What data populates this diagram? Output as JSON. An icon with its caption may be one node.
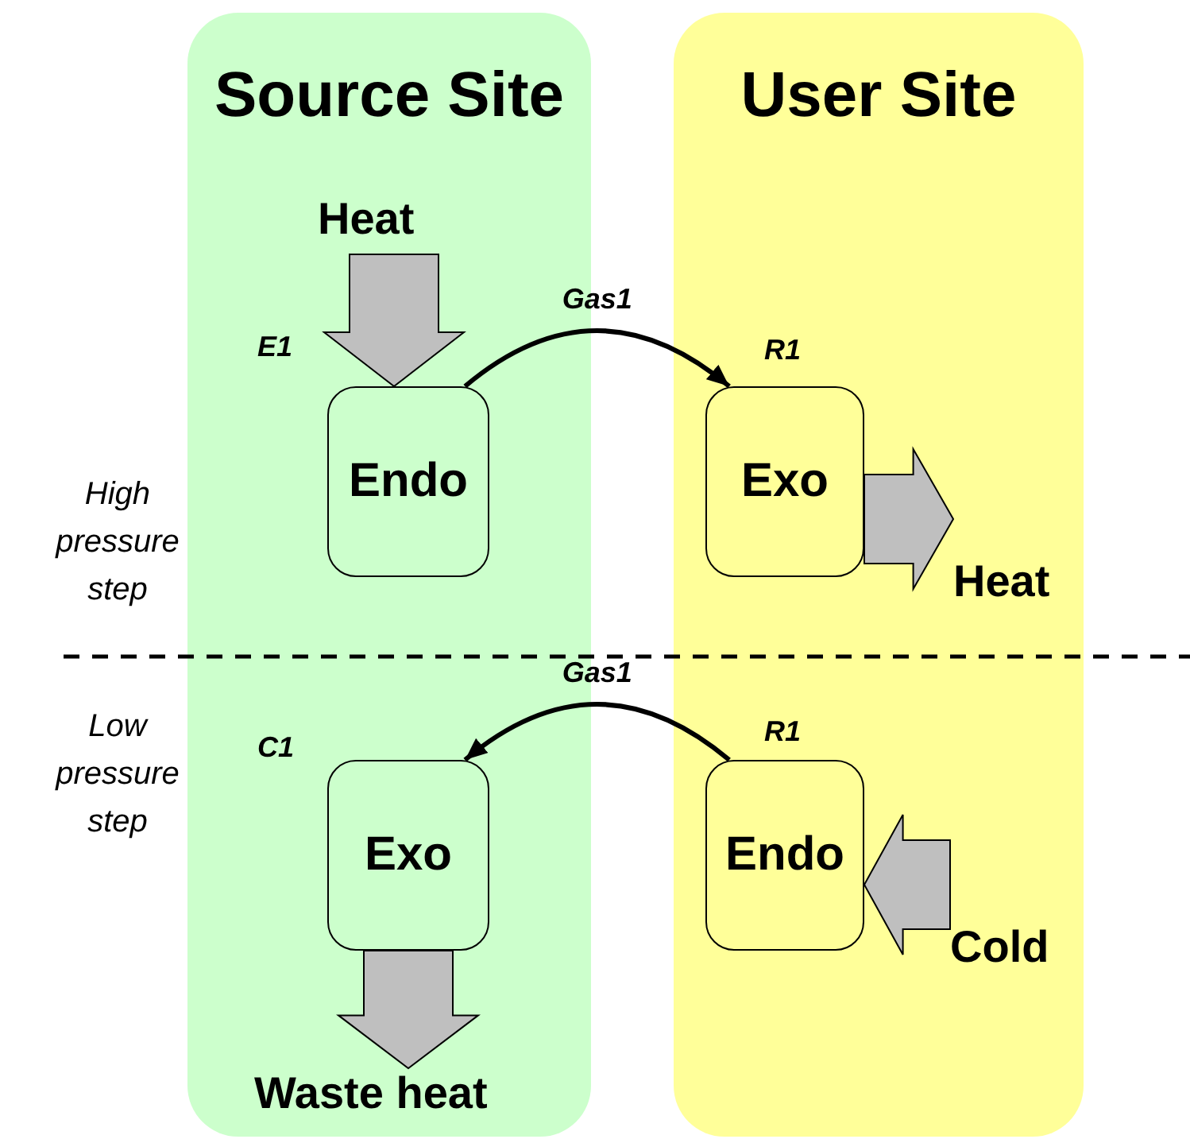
{
  "diagram": {
    "nodes": [
      {
        "text": [
          "Source Site"
        ]
      },
      {
        "text": [
          "Heat"
        ],
        "in": 0
      },
      {
        "text": [
          "E1",
          "Endo"
        ],
        "in": 0
      },
      {
        "text": [
          "C1",
          "Exo"
        ],
        "in": 0
      },
      {
        "text": [
          "Waste heat"
        ],
        "in": 0
      },
      {
        "text": [
          "User Site"
        ]
      },
      {
        "text": [
          "R1",
          "Exo"
        ],
        "in": 5
      },
      {
        "text": [
          "Heat"
        ],
        "in": 5
      },
      {
        "text": [
          "R1",
          "Endo"
        ],
        "in": 5
      },
      {
        "text": [
          "Cold"
        ],
        "in": 5
      }
    ],
    "edges": [
      {
        "from": 1,
        "to": 2,
        "arrow": "to",
        "color": "#bfbfbf"
      },
      {
        "from": 2,
        "to": 6,
        "arrow": "to",
        "label": "Gas1",
        "color": "#000000"
      },
      {
        "from": 6,
        "to": 7,
        "arrow": "to",
        "color": "#bfbfbf"
      },
      {
        "from": 8,
        "to": 3,
        "arrow": "to",
        "label": "Gas1",
        "color": "#000000"
      },
      {
        "from": 9,
        "to": 8,
        "arrow": "to",
        "color": "#bfbfbf"
      },
      {
        "from": 3,
        "to": 4,
        "arrow": "to",
        "color": "#bfbfbf"
      }
    ],
    "labels": [
      "High pressure step",
      "Low pressure step"
    ]
  }
}
